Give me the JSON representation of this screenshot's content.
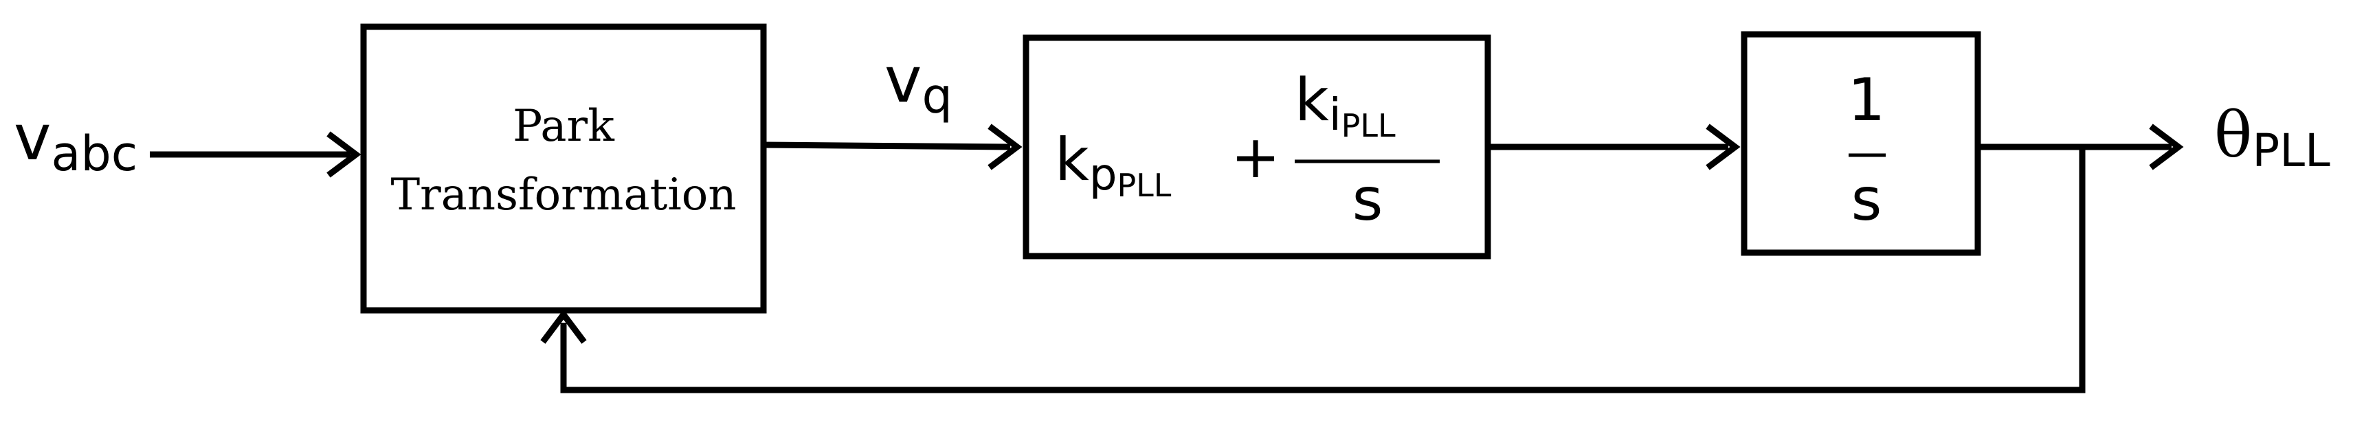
{
  "signals": {
    "input": {
      "main": "v",
      "sub": "abc"
    },
    "vq": {
      "main": "v",
      "sub": "q"
    },
    "output": {
      "main": "θ",
      "sub": "PLL"
    }
  },
  "blocks": {
    "park": {
      "line1": "Park",
      "line2": "Transformation"
    },
    "pi": {
      "kp_main": "k",
      "kp_sub": "p",
      "kp_subsub": "PLL",
      "plus": "+",
      "ki_main": "k",
      "ki_sub": "i",
      "ki_subsub": "PLL",
      "denominator": "s"
    },
    "integrator": {
      "numerator": "1",
      "denominator": "s"
    }
  }
}
